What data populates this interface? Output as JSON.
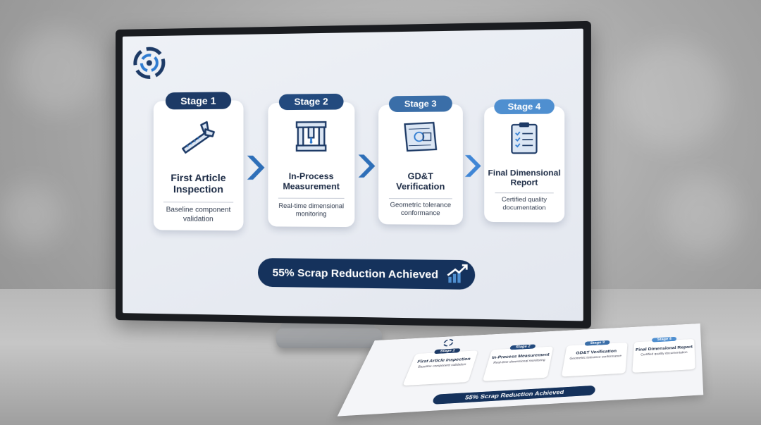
{
  "stages": [
    {
      "pill": "Stage 1",
      "title": "First Article Inspection",
      "desc": "Baseline component validation",
      "icon": "caliper-icon",
      "pill_color": "#1d3a66"
    },
    {
      "pill": "Stage 2",
      "title": "In-Process Measurement",
      "desc": "Real-time dimensional monitoring",
      "icon": "cmm-machine-icon",
      "pill_color": "#234a7e"
    },
    {
      "pill": "Stage 3",
      "title": "GD&T Verification",
      "desc": "Geometric tolerance conformance",
      "icon": "blueprint-icon",
      "pill_color": "#3a6ea8"
    },
    {
      "pill": "Stage 4",
      "title": "Final Dimensional Report",
      "desc": "Certified quality documentation",
      "icon": "clipboard-checklist-icon",
      "pill_color": "#4f8fd0"
    }
  ],
  "result": {
    "label": "55% Scrap Reduction Achieved",
    "icon": "growth-chart-icon"
  },
  "logo": {
    "icon": "swirl-logo-icon"
  },
  "colors": {
    "navy": "#15325c",
    "accent_blue": "#2e7bd1"
  }
}
